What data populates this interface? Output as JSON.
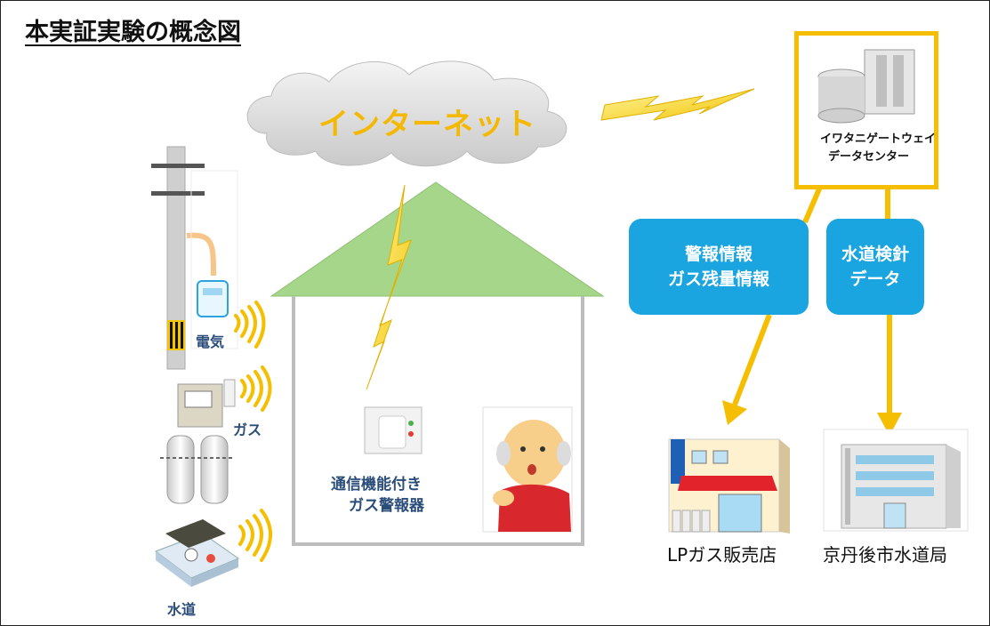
{
  "title": "本実証実験の概念図",
  "cloud": {
    "label": "インターネット"
  },
  "datacenter": {
    "line1": "イワタニゲートウェイ",
    "line2": "データセンター"
  },
  "info_box_alarm": {
    "line1": "警報情報",
    "line2": "ガス残量情報"
  },
  "info_box_water": {
    "line1": "水道検針",
    "line2": "データ"
  },
  "meters": {
    "electric": "電気",
    "gas": "ガス",
    "water": "水道"
  },
  "alarm_device": {
    "line1": "通信機能付き",
    "line2": "ガス警報器"
  },
  "destinations": {
    "shop": "LPガス販売店",
    "city": "京丹後市水道局"
  },
  "colors": {
    "accent_yellow": "#f5be00",
    "info_blue": "#1aa4e0",
    "roof_green": "#a6d68a",
    "label_navy": "#2b4d7a"
  },
  "icons": [
    "cloud-icon",
    "server-icon",
    "lightning-icon",
    "house-icon",
    "utility-pole-icon",
    "gas-meter-icon",
    "gas-cylinder-icon",
    "water-meter-icon",
    "gas-alarm-icon",
    "elderly-person-icon",
    "shop-building-icon",
    "city-office-icon",
    "wireless-signal-icon"
  ]
}
